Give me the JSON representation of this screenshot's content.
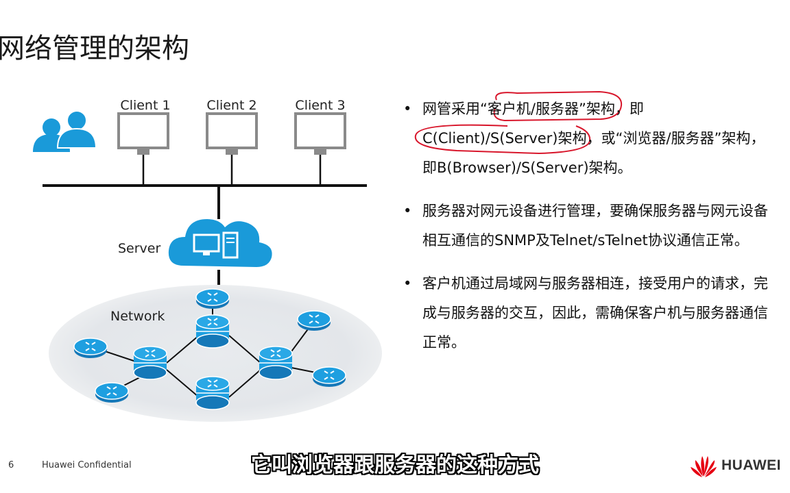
{
  "title": "网络管理的架构",
  "diagram": {
    "clients": [
      "Client 1",
      "Client 2",
      "Client 3"
    ],
    "server_label": "Server",
    "network_label": "Network"
  },
  "bullets": [
    "网管采用“客户机/服务器”架构，即C(Client)/S(Server)架构，或“浏览器/服务器”架构，即B(Browser)/S(Server)架构。",
    "服务器对网元设备进行管理，要确保服务器与网元设备相互通信的SNMP及Telnet/sTelnet协议通信正常。",
    "客户机通过局域网与服务器相连，接受用户的请求，完成与服务器的交互，因此，需确保客户机与服务器通信正常。"
  ],
  "bullet_marker": "•",
  "footer": {
    "page_number": "6",
    "confidential": "Huawei Confidential"
  },
  "subtitle": "它叫浏览器跟服务器的这种方式",
  "brand": {
    "name": "HUAWEI",
    "color": "#e60012"
  },
  "colors": {
    "device_blue": "#1a9ad9",
    "annotation_red": "#d8162b",
    "network_bg": "#e4e8ec"
  }
}
